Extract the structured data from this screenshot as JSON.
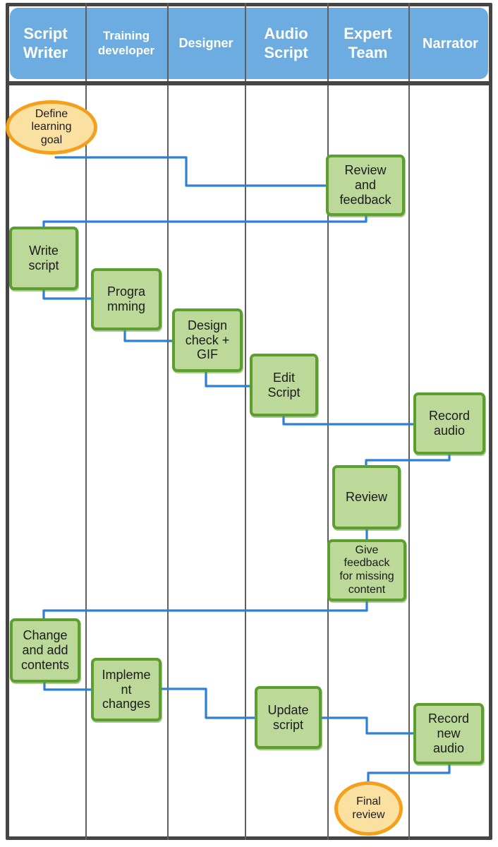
{
  "colors": {
    "header_blue": "#6cace0",
    "frame_dark": "#454545",
    "divider_gray": "#5e5e5e",
    "box_fill": "#bcd99a",
    "box_border": "#5d9e31",
    "connector_blue": "#2e7fd6",
    "ellipse_border": "#f5a01d",
    "ellipse_fill": "#fbe1a1"
  },
  "header": {
    "columns": [
      {
        "id": "script-writer",
        "label": "Script\nWriter"
      },
      {
        "id": "training-developer",
        "label": "Training\ndeveloper"
      },
      {
        "id": "designer",
        "label": "Designer"
      },
      {
        "id": "audio-script",
        "label": "Audio\nScript"
      },
      {
        "id": "expert-team",
        "label": "Expert\nTeam"
      },
      {
        "id": "narrator",
        "label": "Narrator"
      }
    ]
  },
  "nodes": {
    "define_goal": {
      "label": "Define\nlearning\ngoal",
      "lane": "Script Writer",
      "shape": "ellipse"
    },
    "review_feedback": {
      "label": "Review\nand\nfeedback",
      "lane": "Expert Team",
      "shape": "box"
    },
    "write_script": {
      "label": "Write\nscript",
      "lane": "Script Writer",
      "shape": "box"
    },
    "programming": {
      "label": "Progra\nmming",
      "lane": "Training developer",
      "shape": "box"
    },
    "design_check": {
      "label": "Design\ncheck +\nGIF",
      "lane": "Designer",
      "shape": "box"
    },
    "edit_script": {
      "label": "Edit\nScript",
      "lane": "Audio Script",
      "shape": "box"
    },
    "record_audio": {
      "label": "Record\naudio",
      "lane": "Narrator",
      "shape": "box"
    },
    "review": {
      "label": "Review",
      "lane": "Expert Team",
      "shape": "box"
    },
    "give_feedback": {
      "label": "Give\nfeedback\nfor missing\ncontent",
      "lane": "Expert Team",
      "shape": "box"
    },
    "change_add": {
      "label": "Change\nand add\ncontents",
      "lane": "Script Writer",
      "shape": "box"
    },
    "implement": {
      "label": "Impleme\nnt\nchanges",
      "lane": "Training developer",
      "shape": "box"
    },
    "update_script": {
      "label": "Update\nscript",
      "lane": "Audio Script",
      "shape": "box"
    },
    "record_new_audio": {
      "label": "Record\nnew\naudio",
      "lane": "Narrator",
      "shape": "box"
    },
    "final_review": {
      "label": "Final\nreview",
      "lane": "Expert Team",
      "shape": "ellipse"
    }
  },
  "flow": [
    {
      "from": "define_goal",
      "to": "review_feedback"
    },
    {
      "from": "review_feedback",
      "to": "write_script"
    },
    {
      "from": "write_script",
      "to": "programming"
    },
    {
      "from": "programming",
      "to": "design_check"
    },
    {
      "from": "design_check",
      "to": "edit_script"
    },
    {
      "from": "edit_script",
      "to": "record_audio"
    },
    {
      "from": "record_audio",
      "to": "review"
    },
    {
      "from": "review",
      "to": "give_feedback"
    },
    {
      "from": "give_feedback",
      "to": "change_add"
    },
    {
      "from": "change_add",
      "to": "implement"
    },
    {
      "from": "implement",
      "to": "update_script"
    },
    {
      "from": "update_script",
      "to": "record_new_audio"
    },
    {
      "from": "record_new_audio",
      "to": "final_review"
    }
  ]
}
